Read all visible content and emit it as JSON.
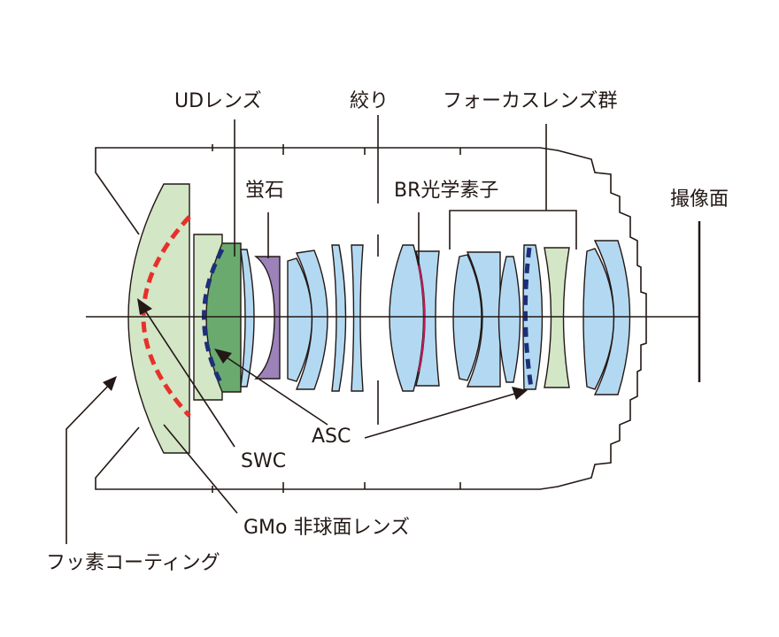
{
  "labels": {
    "ud_lens": "UDレンズ",
    "aperture": "絞り",
    "focus_group": "フォーカスレンズ群",
    "fluorite": "蛍石",
    "br_element": "BR光学素子",
    "image_plane": "撮像面",
    "asc": "ASC",
    "swc": "SWC",
    "gmo_aspherical": "GMo 非球面レンズ",
    "fluorine_coating": "フッ素コーティング"
  },
  "colors": {
    "light_green": "#d3e6c6",
    "dark_green": "#6aaa6e",
    "light_blue": "#b3d9f2",
    "purple": "#9b82b9",
    "red_dash": "#e8302a",
    "blue_dash": "#1e2f7a",
    "br_magenta": "#c8185a"
  }
}
